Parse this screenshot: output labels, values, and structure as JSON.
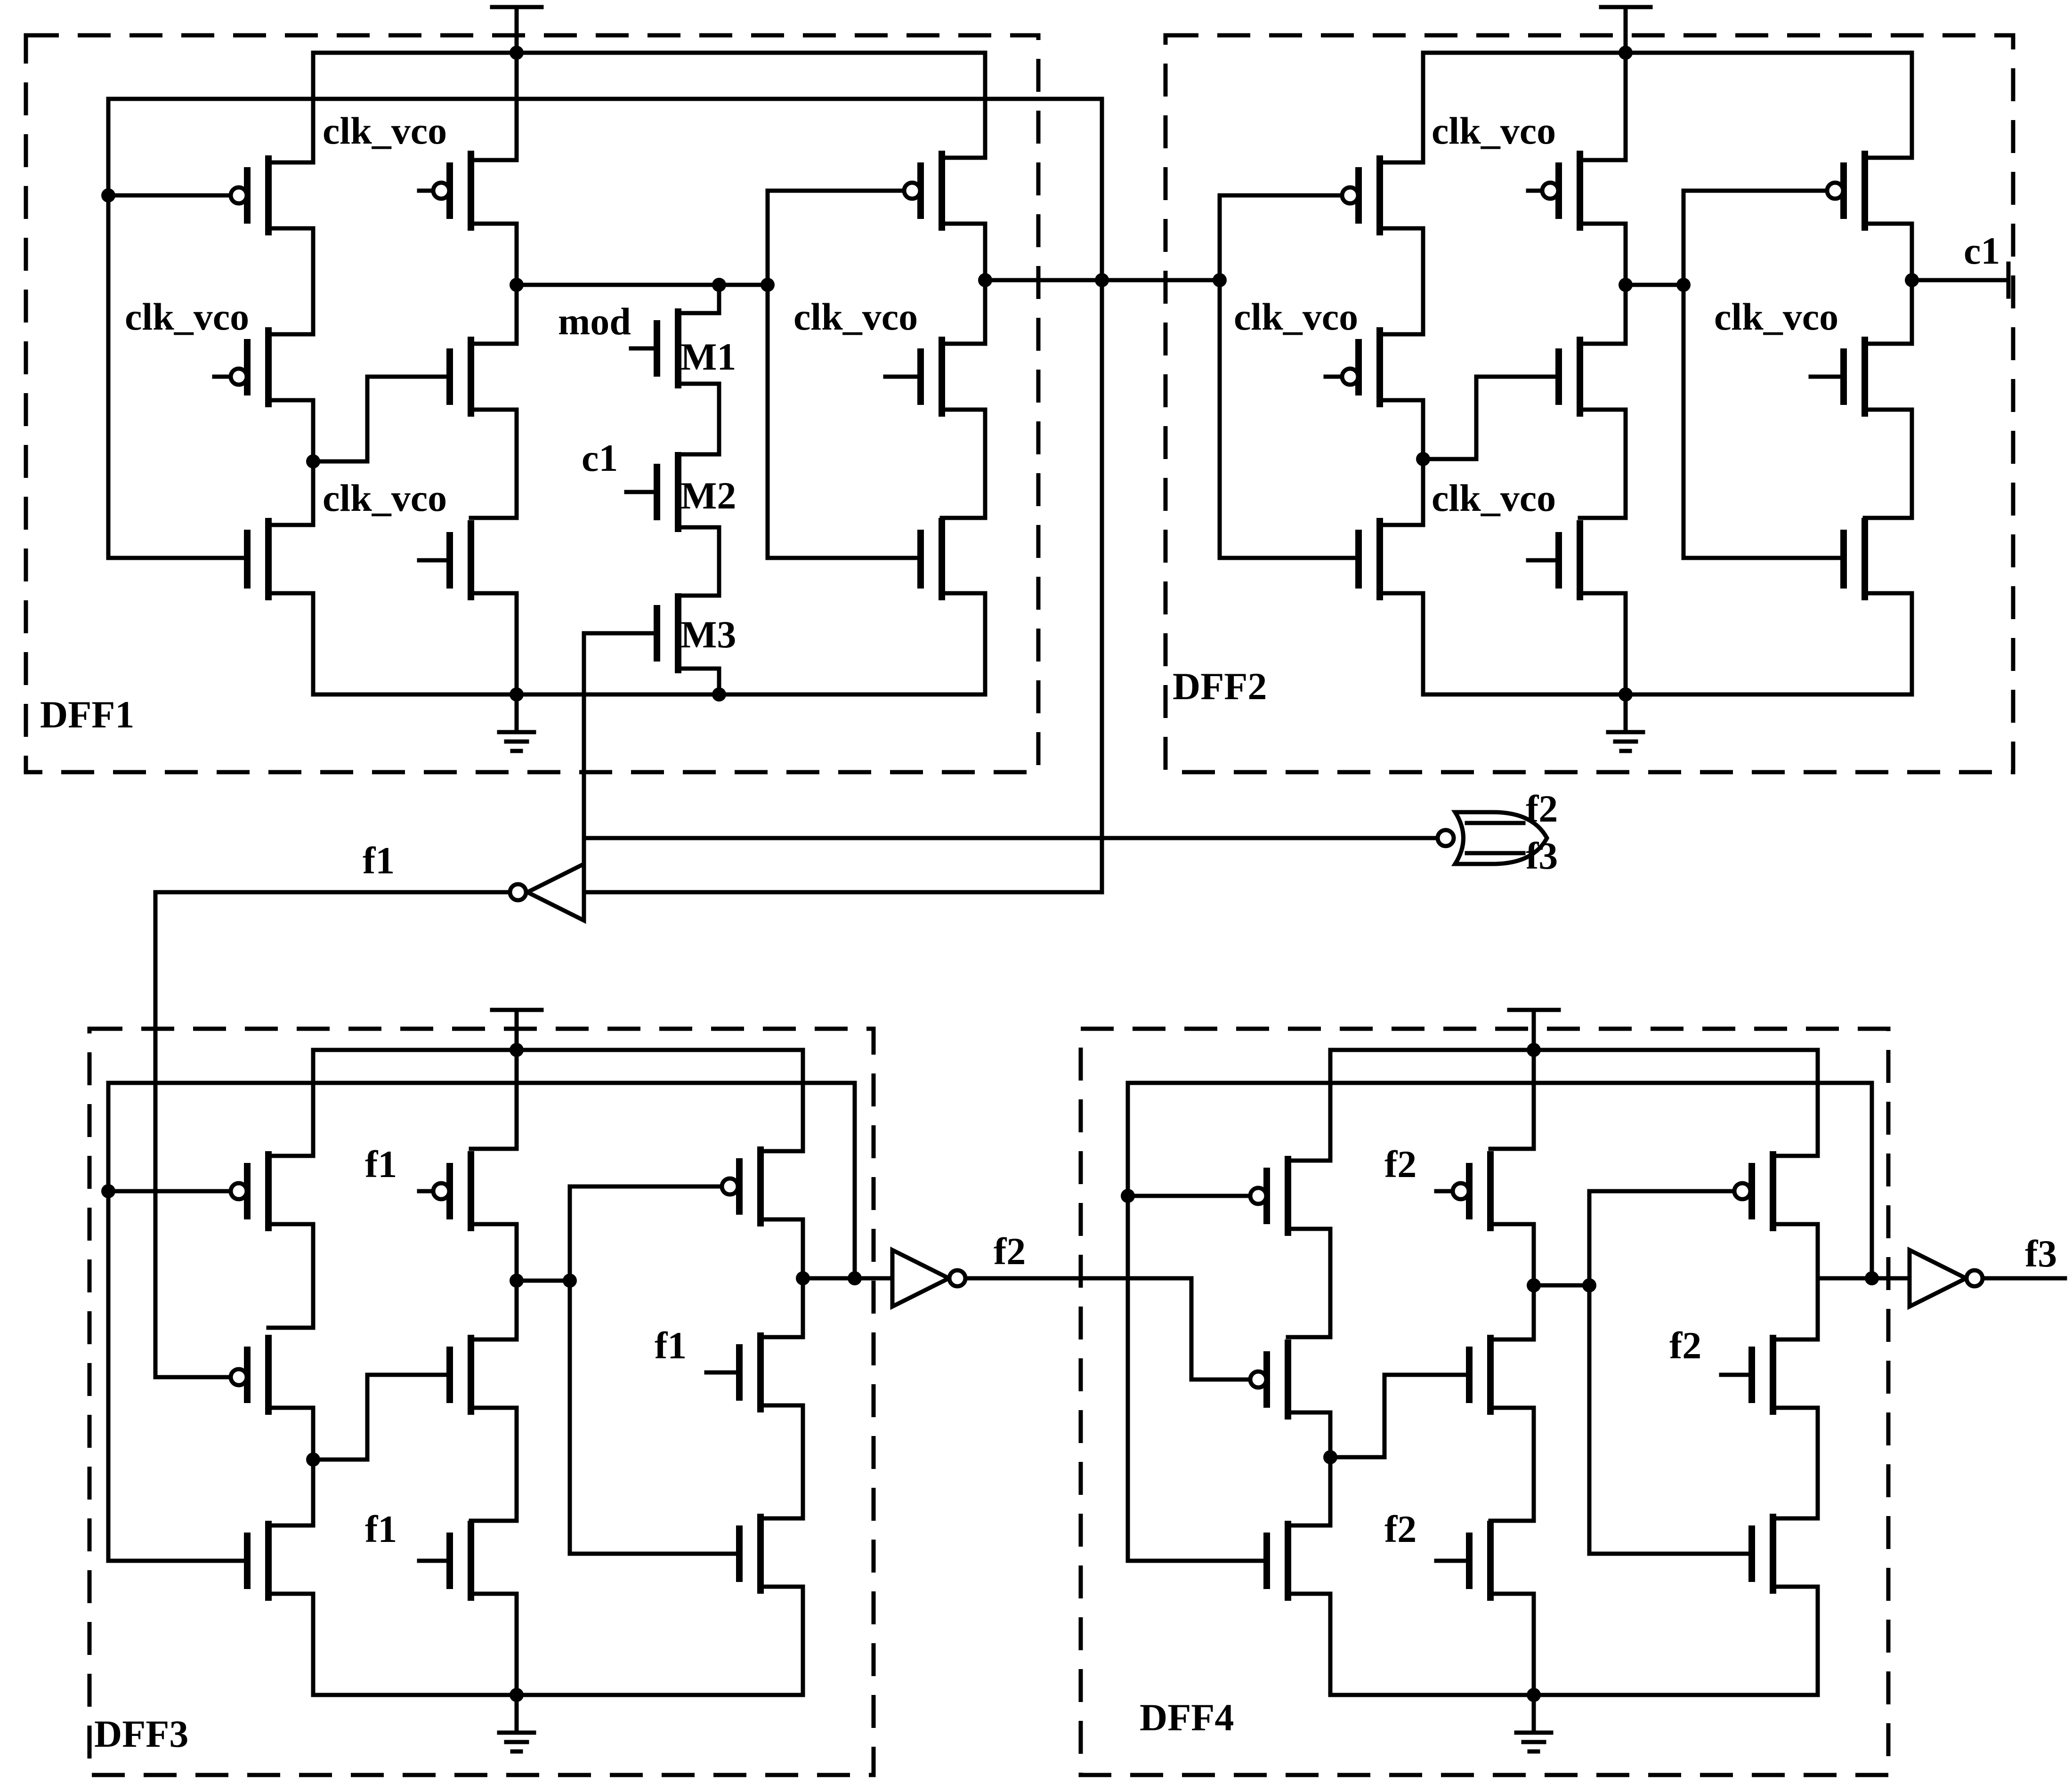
{
  "blocks": [
    {
      "id": "dff1",
      "label": "DFF1"
    },
    {
      "id": "dff2",
      "label": "DFF2"
    },
    {
      "id": "dff3",
      "label": "DFF3"
    },
    {
      "id": "dff4",
      "label": "DFF4"
    }
  ],
  "dff1": {
    "clk_labels": [
      "clk_vco",
      "clk_vco",
      "clk_vco",
      "clk_vco"
    ]
  },
  "dff2": {
    "clk_labels": [
      "clk_vco",
      "clk_vco",
      "clk_vco",
      "clk_vco"
    ]
  },
  "dff3": {
    "clk_labels": [
      "f1",
      "f1",
      "f1"
    ]
  },
  "dff4": {
    "clk_labels": [
      "f2",
      "f2",
      "f2"
    ]
  },
  "control_transistors": [
    {
      "gate_label": "mod",
      "name": "M1"
    },
    {
      "gate_label": "c1",
      "name": "M2"
    },
    {
      "gate_label": "",
      "name": "M3"
    }
  ],
  "signals": {
    "c1_output": "c1",
    "f1": "f1",
    "f2": "f2",
    "f3": "f3",
    "nor_inputs": [
      "f2",
      "f3"
    ]
  },
  "colors": {
    "ink": "#000000",
    "background": "#ffffff"
  }
}
